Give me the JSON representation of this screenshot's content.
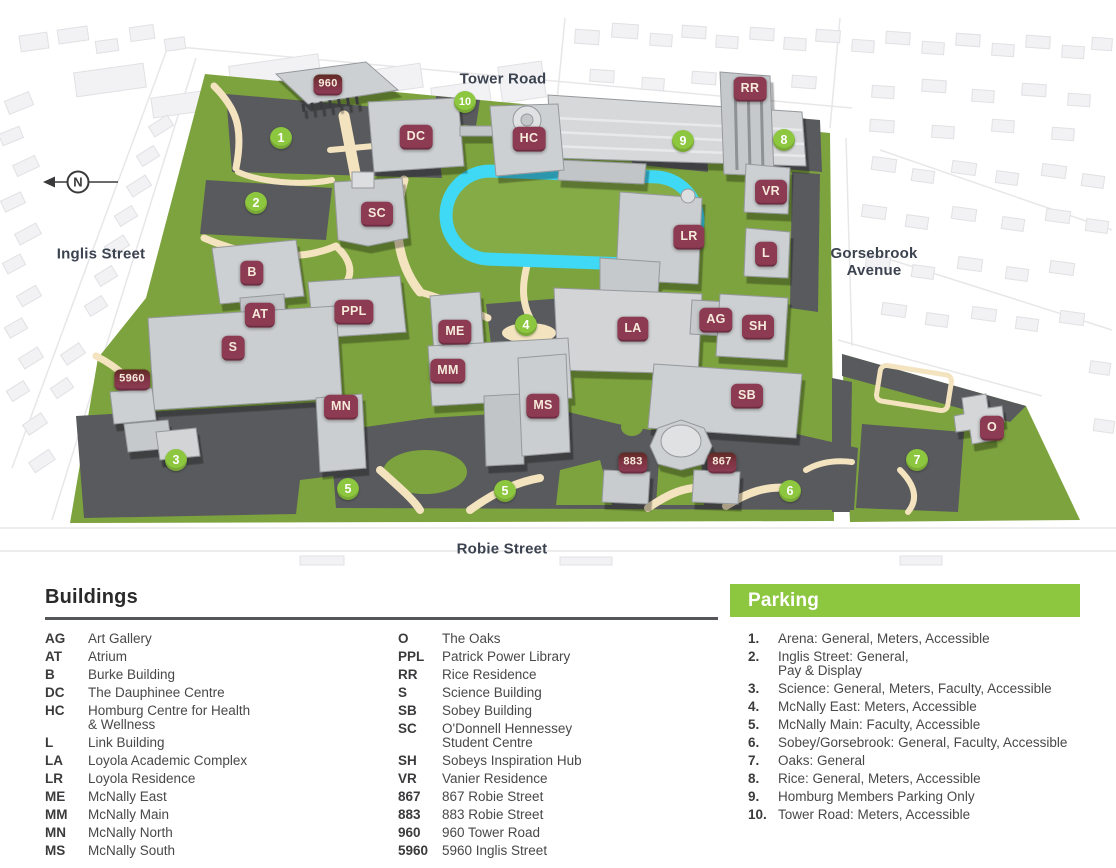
{
  "map": {
    "streets": {
      "tower_road": "Tower Road",
      "inglis_street": "Inglis Street",
      "gorsebrook_avenue": "Gorsebrook\nAvenue",
      "robie_street": "Robie Street"
    },
    "north_label": "N",
    "badges": [
      {
        "label": "960"
      },
      {
        "label": "DC"
      },
      {
        "label": "HC"
      },
      {
        "label": "RR"
      },
      {
        "label": "SC"
      },
      {
        "label": "VR"
      },
      {
        "label": "LR"
      },
      {
        "label": "L"
      },
      {
        "label": "B"
      },
      {
        "label": "AT"
      },
      {
        "label": "PPL"
      },
      {
        "label": "ME"
      },
      {
        "label": "S"
      },
      {
        "label": "AG"
      },
      {
        "label": "SH"
      },
      {
        "label": "LA"
      },
      {
        "label": "MM"
      },
      {
        "label": "5960"
      },
      {
        "label": "SB"
      },
      {
        "label": "MS"
      },
      {
        "label": "MN"
      },
      {
        "label": "883"
      },
      {
        "label": "867"
      },
      {
        "label": "O"
      }
    ],
    "markers": [
      {
        "num": "1"
      },
      {
        "num": "2"
      },
      {
        "num": "3"
      },
      {
        "num": "4"
      },
      {
        "num": "5"
      },
      {
        "num": "5"
      },
      {
        "num": "6"
      },
      {
        "num": "7"
      },
      {
        "num": "8"
      },
      {
        "num": "9"
      },
      {
        "num": "10"
      }
    ]
  },
  "legend": {
    "buildings": {
      "title": "Buildings",
      "col1": [
        {
          "code": "AG",
          "name": "Art Gallery"
        },
        {
          "code": "AT",
          "name": "Atrium"
        },
        {
          "code": "B",
          "name": "Burke Building"
        },
        {
          "code": "DC",
          "name": "The Dauphinee Centre"
        },
        {
          "code": "HC",
          "name": "Homburg Centre for Health\n& Wellness"
        },
        {
          "code": "L",
          "name": "Link Building"
        },
        {
          "code": "LA",
          "name": "Loyola Academic Complex"
        },
        {
          "code": "LR",
          "name": "Loyola Residence"
        },
        {
          "code": "ME",
          "name": "McNally East"
        },
        {
          "code": "MM",
          "name": "McNally Main"
        },
        {
          "code": "MN",
          "name": "McNally North"
        },
        {
          "code": "MS",
          "name": "McNally South"
        }
      ],
      "col2": [
        {
          "code": "O",
          "name": "The Oaks"
        },
        {
          "code": "PPL",
          "name": "Patrick Power Library"
        },
        {
          "code": "RR",
          "name": "Rice Residence"
        },
        {
          "code": "S",
          "name": "Science Building"
        },
        {
          "code": "SB",
          "name": "Sobey Building"
        },
        {
          "code": "SC",
          "name": "O'Donnell Hennessey\nStudent Centre"
        },
        {
          "code": "SH",
          "name": "Sobeys Inspiration Hub"
        },
        {
          "code": "VR",
          "name": "Vanier Residence"
        },
        {
          "code": "867",
          "name": "867 Robie Street"
        },
        {
          "code": "883",
          "name": "883 Robie Street"
        },
        {
          "code": "960",
          "name": "960 Tower Road"
        },
        {
          "code": "5960",
          "name": "5960 Inglis Street"
        }
      ]
    },
    "parking": {
      "title": "Parking",
      "items": [
        {
          "num": "1.",
          "desc": "Arena: General, Meters, Accessible"
        },
        {
          "num": "2.",
          "desc": "Inglis Street: General,\nPay & Display"
        },
        {
          "num": "3.",
          "desc": "Science: General, Meters, Faculty, Accessible"
        },
        {
          "num": "4.",
          "desc": "McNally East: Meters, Accessible"
        },
        {
          "num": "5.",
          "desc": "McNally Main: Faculty, Accessible"
        },
        {
          "num": "6.",
          "desc": "Sobey/Gorsebrook: General, Faculty, Accessible"
        },
        {
          "num": "7.",
          "desc": "Oaks: General"
        },
        {
          "num": "8.",
          "desc": "Rice: General, Meters, Accessible"
        },
        {
          "num": "9.",
          "desc": "Homburg Members Parking Only"
        },
        {
          "num": "10.",
          "desc": "Tower Road: Meters, Accessible"
        }
      ]
    }
  },
  "colors": {
    "brand_green": "#8DC63F",
    "badge_maroon": "#8C3B53",
    "grass_green": "#7DA33E",
    "parking_lot_gray": "#595A5D",
    "path_tan": "#F3E3BF",
    "track_cyan": "#3FD9F6",
    "street_text": "#3C4350"
  }
}
